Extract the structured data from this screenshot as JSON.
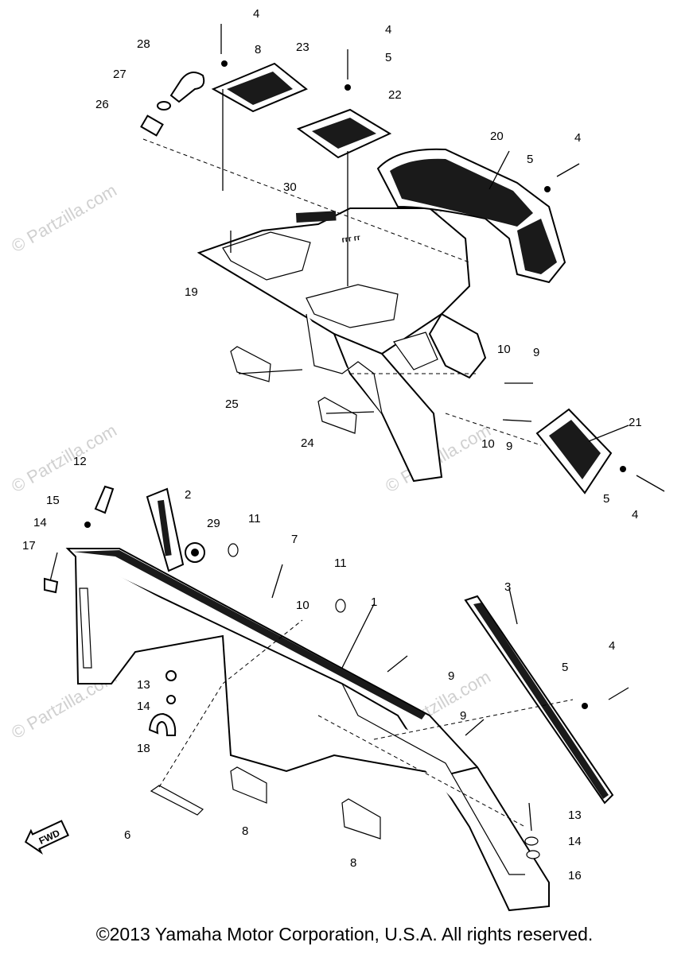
{
  "watermark": "© Partzilla.com",
  "fwd_label": "FWD",
  "copyright": "©2013 Yamaha Motor Corporation, U.S.A. All rights reserved.",
  "callouts": [
    "4",
    "8",
    "23",
    "4",
    "5",
    "28",
    "27",
    "22",
    "26",
    "20",
    "5",
    "4",
    "30",
    "19",
    "10",
    "9",
    "25",
    "24",
    "21",
    "10",
    "9",
    "5",
    "4",
    "12",
    "2",
    "15",
    "29",
    "11",
    "7",
    "14",
    "17",
    "10",
    "11",
    "1",
    "3",
    "5",
    "4",
    "9",
    "13",
    "14",
    "18",
    "9",
    "6",
    "8",
    "8",
    "13",
    "14",
    "16"
  ]
}
